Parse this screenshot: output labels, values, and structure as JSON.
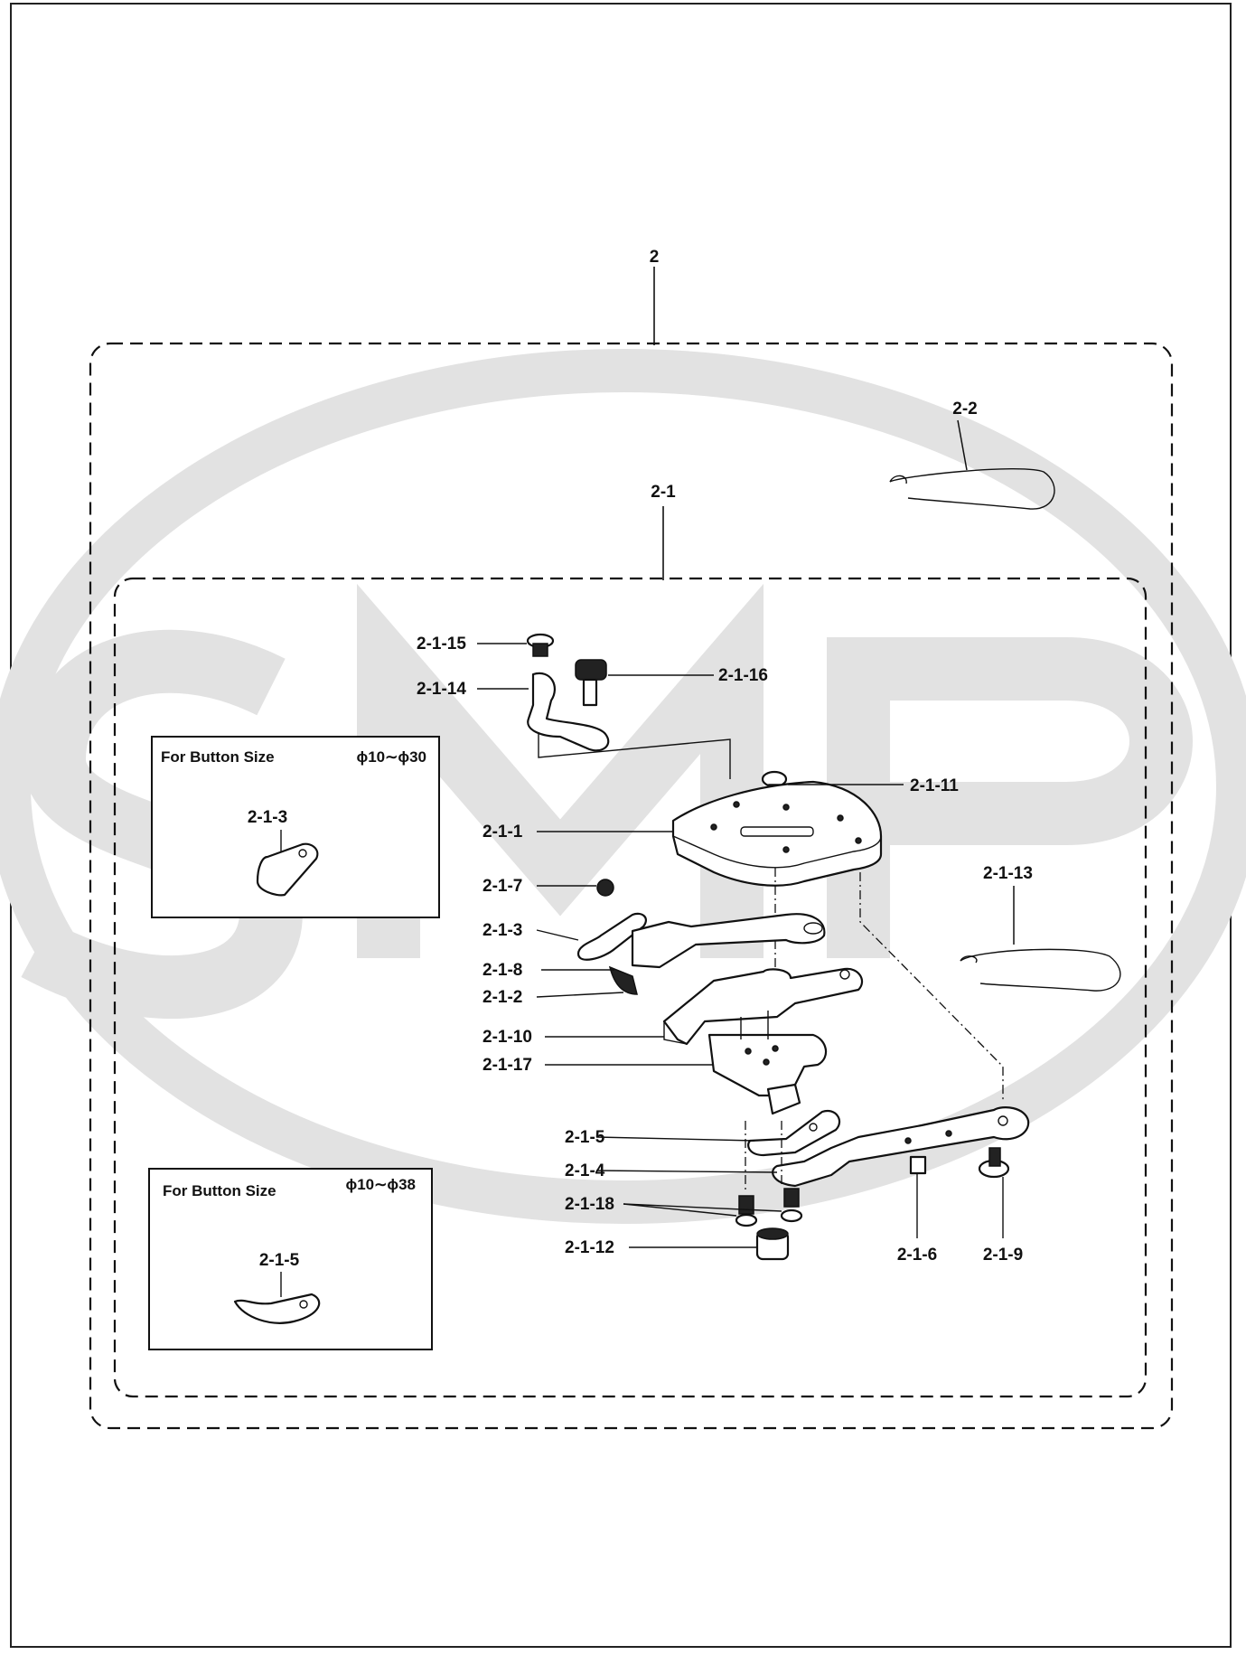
{
  "assembly": {
    "id": "2",
    "subassembly_id": "2-1",
    "spring_id": "2-2"
  },
  "labels": {
    "p2_1_15": "2-1-15",
    "p2_1_14": "2-1-14",
    "p2_1_16": "2-1-16",
    "p2_1_11": "2-1-11",
    "p2_1_1": "2-1-1",
    "p2_1_7": "2-1-7",
    "p2_1_3": "2-1-3",
    "p2_1_8": "2-1-8",
    "p2_1_2": "2-1-2",
    "p2_1_10": "2-1-10",
    "p2_1_17": "2-1-17",
    "p2_1_13": "2-1-13",
    "p2_1_5": "2-1-5",
    "p2_1_4": "2-1-4",
    "p2_1_18": "2-1-18",
    "p2_1_12": "2-1-12",
    "p2_1_6": "2-1-6",
    "p2_1_9": "2-1-9"
  },
  "inset_top": {
    "title": "For Button Size",
    "range": "ϕ10∼ϕ30",
    "part": "2-1-3"
  },
  "inset_bottom": {
    "title": "For Button Size",
    "range": "ϕ10∼ϕ38",
    "part": "2-1-5"
  },
  "watermark": "SMP",
  "colors": {
    "ink": "#111111",
    "watermark": "#e2e2e2",
    "paper": "#ffffff"
  }
}
